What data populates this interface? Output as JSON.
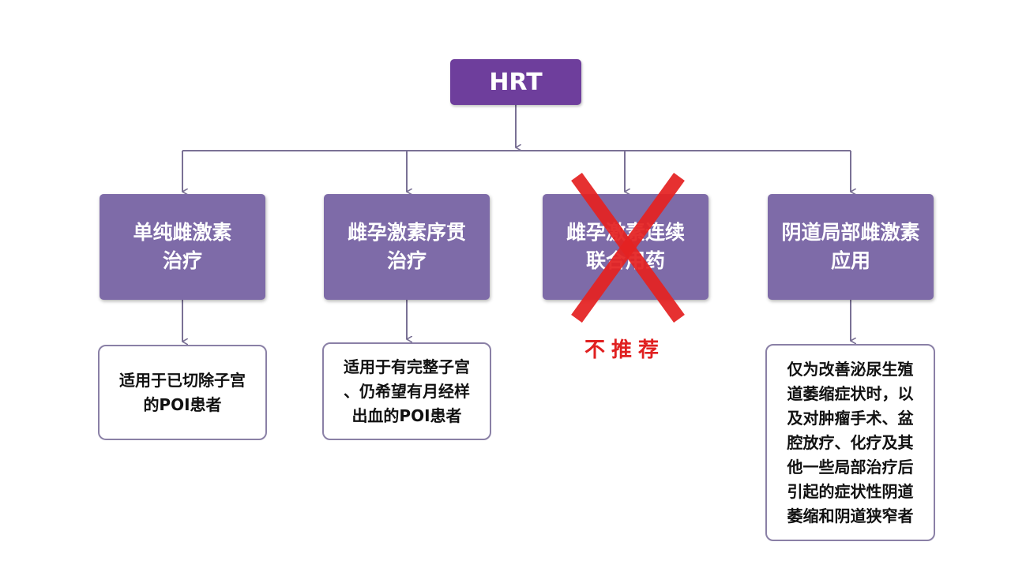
{
  "root": {
    "label": "HRT"
  },
  "categories": [
    {
      "line1": "单纯雌激素",
      "line2": "治疗"
    },
    {
      "line1": "雌孕激素序贯",
      "line2": "治疗"
    },
    {
      "line1": "雌孕激素连续",
      "line2": "联合用药"
    },
    {
      "line1": "阴道局部雌激素",
      "line2": "应用"
    }
  ],
  "descriptions": {
    "estrogen_only": [
      "适用于已切除子宫",
      "的POI患者"
    ],
    "sequential": [
      "适用于有完整子宫",
      "、仍希望有月经样",
      "出血的POI患者"
    ],
    "vaginal": [
      "仅为改善泌尿生殖",
      "道萎缩症状时，以",
      "及对肿瘤手术、盆",
      "腔放疗、化疗及其",
      "他一些局部治疗后",
      "引起的症状性阴道",
      "萎缩和阴道狭窄者"
    ]
  },
  "not_recommended": "不推荐",
  "colors": {
    "root": "#6e3e9c",
    "category": "#7e6ba8",
    "connector": "#7a7195",
    "cross": "#e52222",
    "desc_border": "#8a80a6"
  }
}
